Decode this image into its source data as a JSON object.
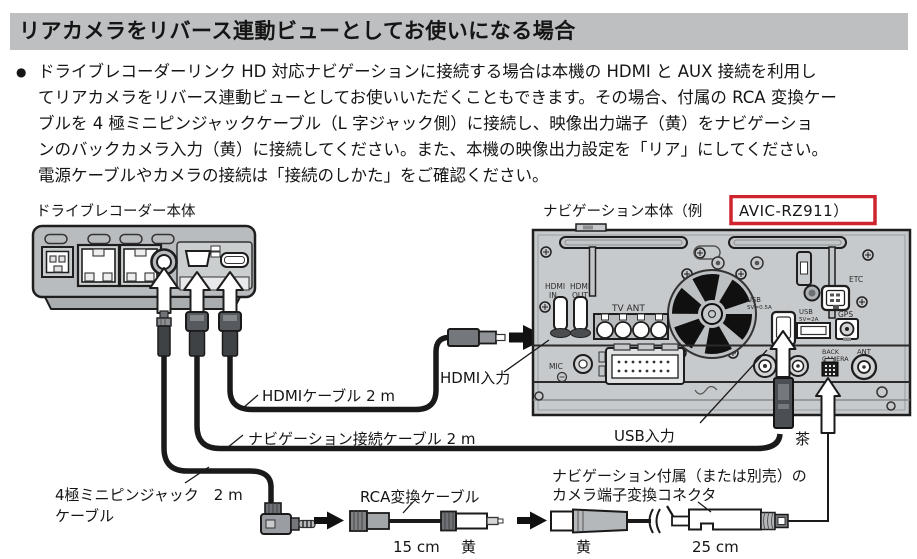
{
  "title": "リアカメラをリバース連動ビューとしてお使いになる場合",
  "body": {
    "bullet": "●",
    "lines": [
      "ドライブレコーダーリンク HD 対応ナビゲーションに接続する場合は本機の HDMI と AUX 接続を利用し",
      "てリアカメラをリバース連動ビューとしてお使いいただくこともできます。その場合、付属の RCA 変換ケー",
      "ブルを 4 極ミニピンジャックケーブル（L 字ジャック側）に接続し、映像出力端子（黄）をナビゲーショ",
      "ンのバックカメラ入力（黄）に接続してください。また、本機の映像出力設定を「リア」にしてください。",
      "電源ケーブルやカメラの接続は「接続のしかた」をご確認ください。"
    ]
  },
  "figure": {
    "drive_recorder_label": "ドライブレコーダー本体",
    "nav_label_prefix": "ナビゲーション本体（例",
    "nav_model": "AVIC-RZ911）",
    "labels": {
      "hdmi_cable": "HDMIケーブル 2 m",
      "hdmi_input": "HDMI入力",
      "nav_cable": "ナビゲーション接続ケーブル 2 m",
      "usb_input": "USB入力",
      "brown": "茶",
      "minijack_line1": "4極ミニピンジャック　2 m",
      "minijack_line2": "ケーブル",
      "rca_cable": "RCA変換ケーブル",
      "len_15cm": "15 cm",
      "yellow_rca": "黄",
      "yellow_conn": "黄",
      "len_25cm": "25 cm",
      "camera_conn_line1": "ナビゲーション付属（または別売）の",
      "camera_conn_line2": "カメラ端子変換コネクタ"
    },
    "nav_ports": {
      "hdmi_in_1": "HDMI",
      "hdmi_in_2": "IN",
      "hdmi_out_1": "HDMI",
      "hdmi_out_2": "OUT",
      "tv_ant": "TV ANT",
      "mic": "MIC",
      "etc": "ETC",
      "gps": "GPS",
      "usb1_1": "USB",
      "usb1_2": "5V=0.5A",
      "usb2_1": "USB",
      "usb2_2": "5V=2A",
      "back_1": "BACK",
      "back_2": "CAMERA",
      "ant": "ANT"
    },
    "colors": {
      "accent_red": "#cf232e",
      "header_gray": "#bdbfc1",
      "device_gray": "#c7cacc",
      "cable_black": "#1a1a1a"
    }
  }
}
